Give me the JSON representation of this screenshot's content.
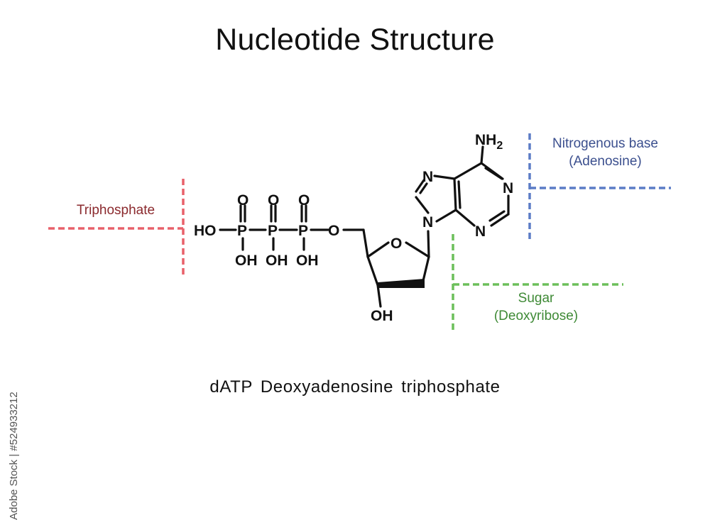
{
  "title": "Nucleotide Structure",
  "caption": "dATP Deoxyadenosine triphosphate",
  "labels": {
    "triphosphate": "Triphosphate",
    "base_line1": "Nitrogenous base",
    "base_line2": "(Adenosine)",
    "sugar_line1": "Sugar",
    "sugar_line2": "(Deoxyribose)"
  },
  "atoms": {
    "ho": "HO",
    "p": "P",
    "o": "O",
    "oh": "OH",
    "n": "N",
    "nh": "NH",
    "sub2": "2"
  },
  "watermark": "Adobe Stock | #524933212",
  "colors": {
    "triphosphate": "#e8606a",
    "triphosphate_text": "#8b2a2e",
    "base": "#5b7cc6",
    "base_text": "#3b4f8e",
    "sugar": "#6cbf5a",
    "sugar_text": "#3f8a36",
    "ink": "#111111"
  }
}
